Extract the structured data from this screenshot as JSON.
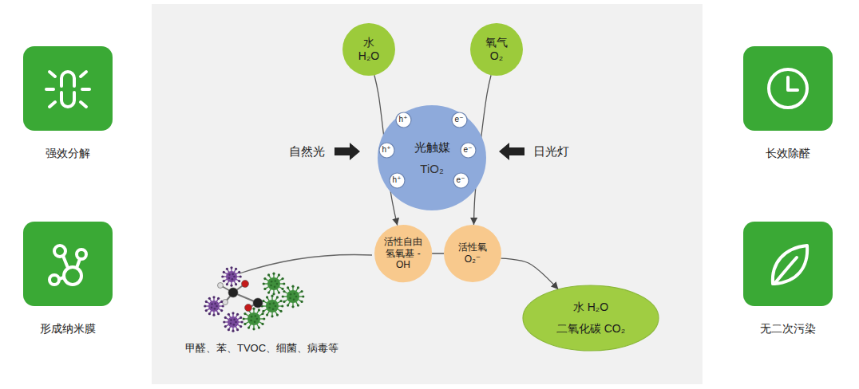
{
  "diagram": {
    "nodes": [
      {
        "text": [
          "强效分解"
        ]
      },
      {
        "text": [
          "形成纳米膜"
        ]
      },
      {
        "text": [
          "水 H₂O"
        ]
      },
      {
        "text": [
          "氧气 O₂"
        ]
      },
      {
        "text": [
          "光触媒",
          "TiO₂"
        ]
      },
      {
        "text": [
          "h⁺"
        ],
        "in": 4
      },
      {
        "text": [
          "e⁻"
        ],
        "in": 4
      },
      {
        "text": [
          "h⁺"
        ],
        "in": 4
      },
      {
        "text": [
          "e⁻"
        ],
        "in": 4
      },
      {
        "text": [
          "h⁺"
        ],
        "in": 4
      },
      {
        "text": [
          "e⁻"
        ],
        "in": 4
      },
      {
        "text": [
          "活性自由 氢氧基 -OH"
        ]
      },
      {
        "text": [
          "活性氧 O₂⁻"
        ]
      },
      {
        "text": [
          "水 H₂O",
          "二氧化碳 CO₂"
        ]
      },
      {
        "text": [
          "长效除醛"
        ]
      },
      {
        "text": [
          "无二次污染"
        ]
      }
    ],
    "edges": [
      {
        "from": 2,
        "to": 11,
        "arrow": "to"
      },
      {
        "from": 3,
        "to": 12,
        "arrow": "to"
      },
      {
        "from": 11,
        "to": 12,
        "arrow": "none"
      },
      {
        "from": 12,
        "to": 13,
        "arrow": "to"
      }
    ],
    "labels": [
      "自然光",
      "日光灯",
      "甲醛、苯、TVOC、细菌、病毒等"
    ]
  }
}
